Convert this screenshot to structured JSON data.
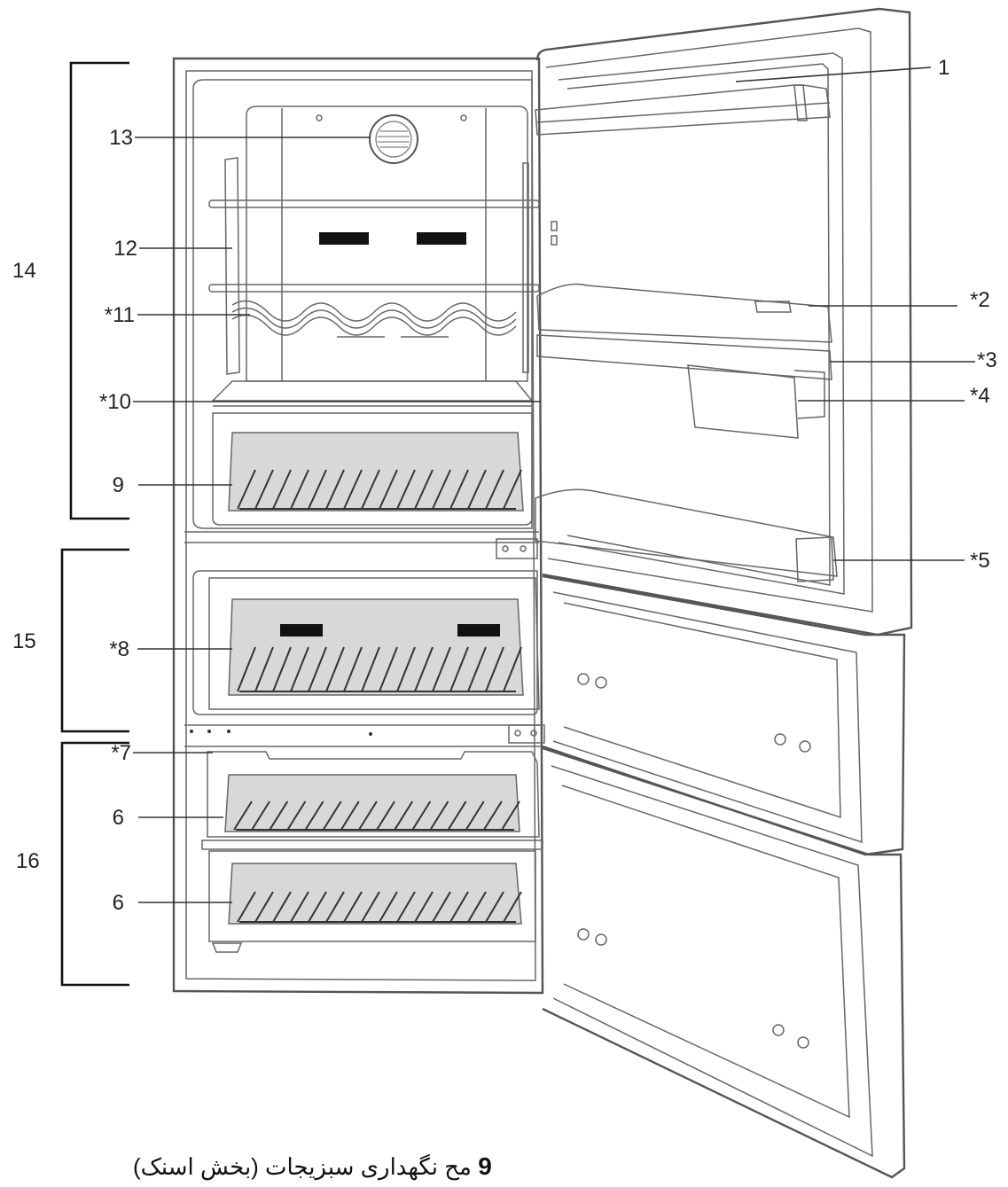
{
  "callouts": {
    "c1": "1",
    "c2": "*2",
    "c3": "*3",
    "c4": "*4",
    "c5": "*5",
    "c6a": "6",
    "c6b": "6",
    "c7": "*7",
    "c8": "*8",
    "c9": "9",
    "c10": "*10",
    "c11": "*11",
    "c12": "12",
    "c13": "13",
    "c14": "14",
    "c15": "15",
    "c16": "16"
  },
  "caption": {
    "number": "9",
    "text": "مح نگهداری سبزیجات (بخش اسنک)"
  }
}
